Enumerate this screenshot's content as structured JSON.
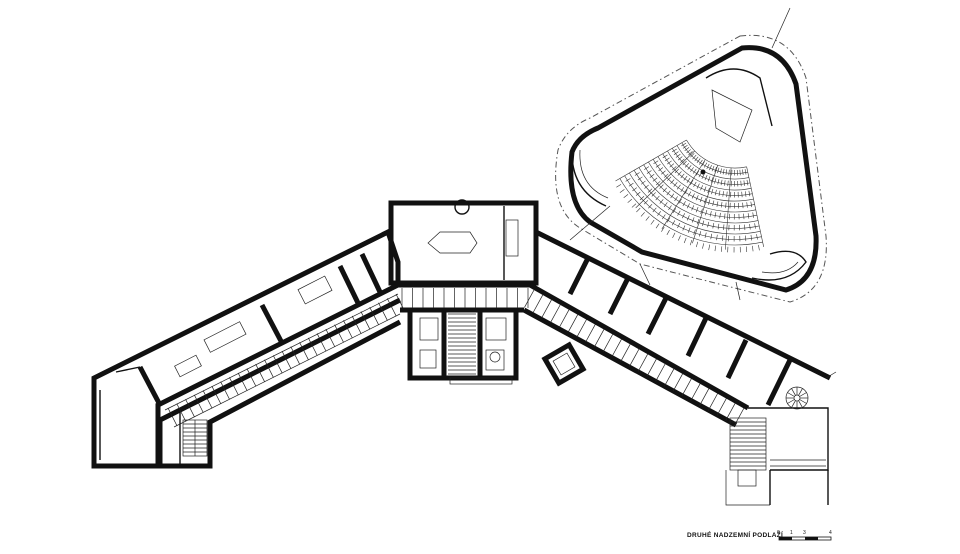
{
  "drawing": {
    "caption": "DRUHÉ NADZEMNÍ PODLAŽÍ",
    "scale": {
      "labels": [
        "0",
        "1",
        "3",
        "4"
      ]
    }
  },
  "colors": {
    "line": "#111111",
    "background": "#ffffff"
  }
}
